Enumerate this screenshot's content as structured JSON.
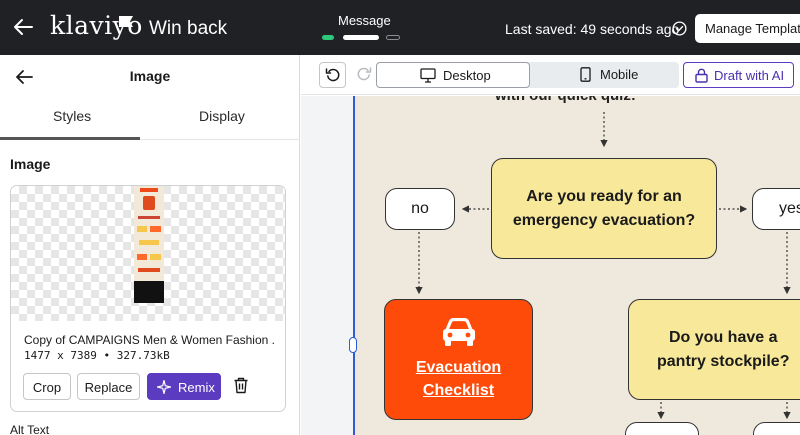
{
  "topbar": {
    "logo": "klaviyo",
    "campaign_title": "Win back",
    "step_label": "Message",
    "saved_status": "Last saved: 49 seconds ago",
    "manage_button": "Manage Template"
  },
  "sidebar": {
    "title": "Image",
    "tabs": [
      {
        "label": "Styles",
        "active": true
      },
      {
        "label": "Display",
        "active": false
      }
    ],
    "section_title": "Image",
    "file": {
      "name": "Copy of CAMPAIGNS Men & Women Fashion ...",
      "meta": "1477 x 7389 • 327.73kB"
    },
    "buttons": {
      "crop": "Crop",
      "replace": "Replace",
      "remix": "Remix"
    },
    "alt_text_label": "Alt Text"
  },
  "canvas_toolbar": {
    "desktop": "Desktop",
    "mobile": "Mobile",
    "draft_ai": "Draft with AI"
  },
  "email": {
    "intro_text": "with our quick quiz:",
    "node_no": "no",
    "node_yes": "yes",
    "question1": "Are you ready for an emergency evacuation?",
    "evac_line1": "Evacuation",
    "evac_line2": "Checklist",
    "question2_line1": "Do you have a",
    "question2_line2": "pantry stockpile?"
  },
  "colors": {
    "topbar_bg": "#1f2124",
    "accent_purple": "#5b3bbf",
    "progress_green": "#2fc77b",
    "canvas_selection": "#2f5bd3",
    "node_yellow": "#f8e89a",
    "node_orange": "#ff4b0a",
    "email_bg": "#efe8dc"
  }
}
